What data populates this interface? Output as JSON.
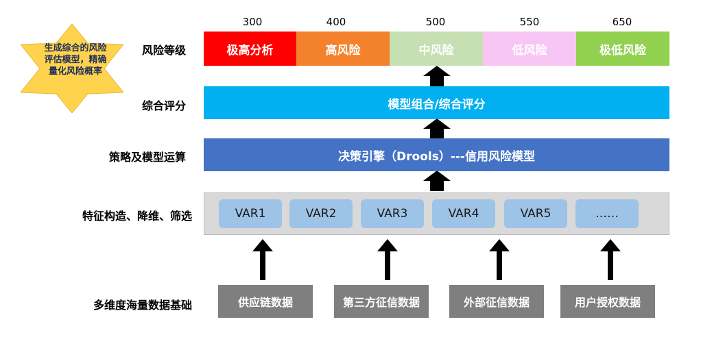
{
  "callout": {
    "text": "生成综合的风险评估模型，精确量化风险概率"
  },
  "row_labels": {
    "risk_level": "风险等级",
    "composite": "综合评分",
    "strategy": "策略及模型运算",
    "feature": "特征构造、降维、筛选",
    "data": "多维度海量数据基础"
  },
  "scores": [
    "300",
    "400",
    "500",
    "550",
    "650"
  ],
  "risk_levels": [
    {
      "label": "极高分析",
      "color": "#ff0000"
    },
    {
      "label": "高风险",
      "color": "#f4822d"
    },
    {
      "label": "中风险",
      "color": "#c6e0b4"
    },
    {
      "label": "低风险",
      "color": "#f8c6f4"
    },
    {
      "label": "极低风险",
      "color": "#92d050"
    }
  ],
  "composite_bar": {
    "label": "模型组合/综合评分",
    "color": "#00b0f0"
  },
  "engine_bar": {
    "label": "决策引擎（Drools）---信用风险模型",
    "color": "#4472c4"
  },
  "variables": [
    "VAR1",
    "VAR2",
    "VAR3",
    "VAR4",
    "VAR5",
    "……"
  ],
  "data_sources": [
    "供应链数据",
    "第三方征信数据",
    "外部征信数据",
    "用户授权数据"
  ]
}
